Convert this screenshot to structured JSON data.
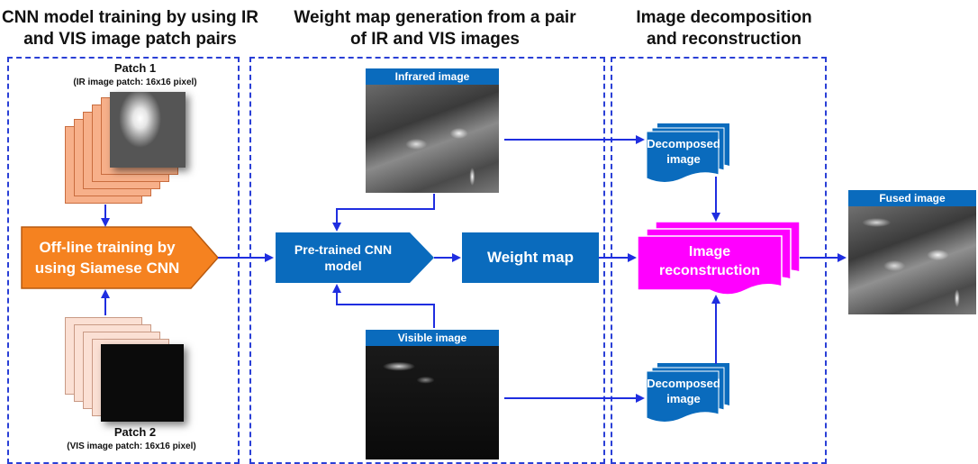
{
  "sections": {
    "training_title": "CNN model training by using IR and VIS image patch pairs",
    "weight_title": "Weight map generation from a pair of IR and VIS images",
    "decomp_title": "Image decomposition and reconstruction"
  },
  "patches": {
    "patch1_title": "Patch 1",
    "patch1_sub": "(IR image patch: 16x16 pixel)",
    "patch2_title": "Patch 2",
    "patch2_sub": "(VIS image patch: 16x16 pixel)"
  },
  "boxes": {
    "offline_training": "Off-line training by using Siamese CNN",
    "pretrained_cnn": "Pre-trained CNN model",
    "weight_map": "Weight map",
    "decomposed_top": "Decomposed image",
    "decomposed_bottom": "Decomposed image",
    "reconstruction": "Image reconstruction"
  },
  "images": {
    "infrared": "Infrared image",
    "visible": "Visible image",
    "fused": "Fused image"
  },
  "colors": {
    "section_border": "#2a3fd6",
    "arrow": "#1f2ee0",
    "box_blue": "#0a6bbd",
    "training_orange": "#f58220",
    "reconstruction_magenta": "#ff00ff",
    "ir_patch_stack": "#f7b08a",
    "vis_patch_stack": "#fbe0d4"
  }
}
